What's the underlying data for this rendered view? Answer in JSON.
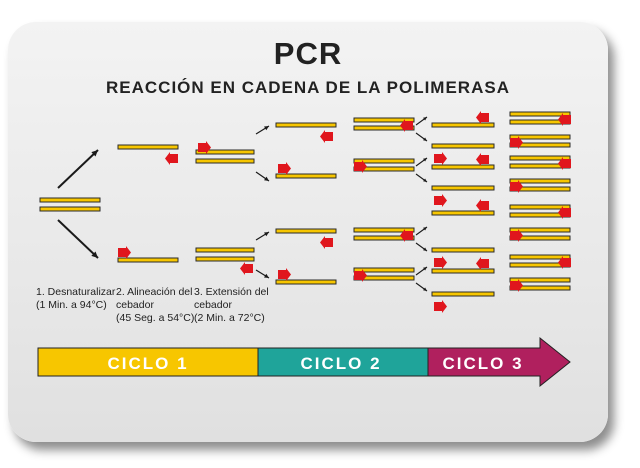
{
  "title": "PCR",
  "subtitle": "REACCIÓN EN CADENA DE LA POLIMERASA",
  "steps": [
    {
      "label": "1. Desnaturalizar\n(1 Min. a 94°C)"
    },
    {
      "label": "2. Alineación del\ncebador\n(45 Seg. a 54°C)"
    },
    {
      "label": "3. Extensión del\ncebador\n(2 Min. a 72°C)"
    }
  ],
  "cycles": [
    {
      "label": "CICLO 1",
      "color": "#f7c600"
    },
    {
      "label": "CICLO 2",
      "color": "#1fa49a"
    },
    {
      "label": "CICLO 3",
      "color": "#b0205e"
    }
  ],
  "colors": {
    "strand_fill": "#f7c600",
    "strand_edge": "#2a2a2a",
    "primer": "#e0161d",
    "arrow": "#1a1a1a"
  }
}
